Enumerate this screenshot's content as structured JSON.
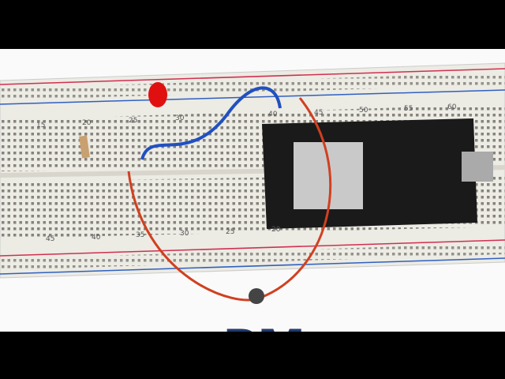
{
  "scene": {
    "subject": "breadboard-circuit-esp32",
    "colors": {
      "breadboard": "#ecebe4",
      "board": "#1a1a1a",
      "led": "#e01010",
      "wire_blue": "#2050c0",
      "wire_red": "#d04020",
      "logo": "#233a6a",
      "rail_red": "#d03050",
      "rail_blue": "#3060c0"
    }
  },
  "breadboard": {
    "top_numbers": [
      "15",
      "20",
      "25",
      "30",
      "40",
      "45",
      "50",
      "55",
      "60"
    ],
    "bottom_numbers": [
      "45",
      "40",
      "35",
      "30",
      "25",
      "20"
    ]
  },
  "logo": {
    "text": "RM"
  }
}
